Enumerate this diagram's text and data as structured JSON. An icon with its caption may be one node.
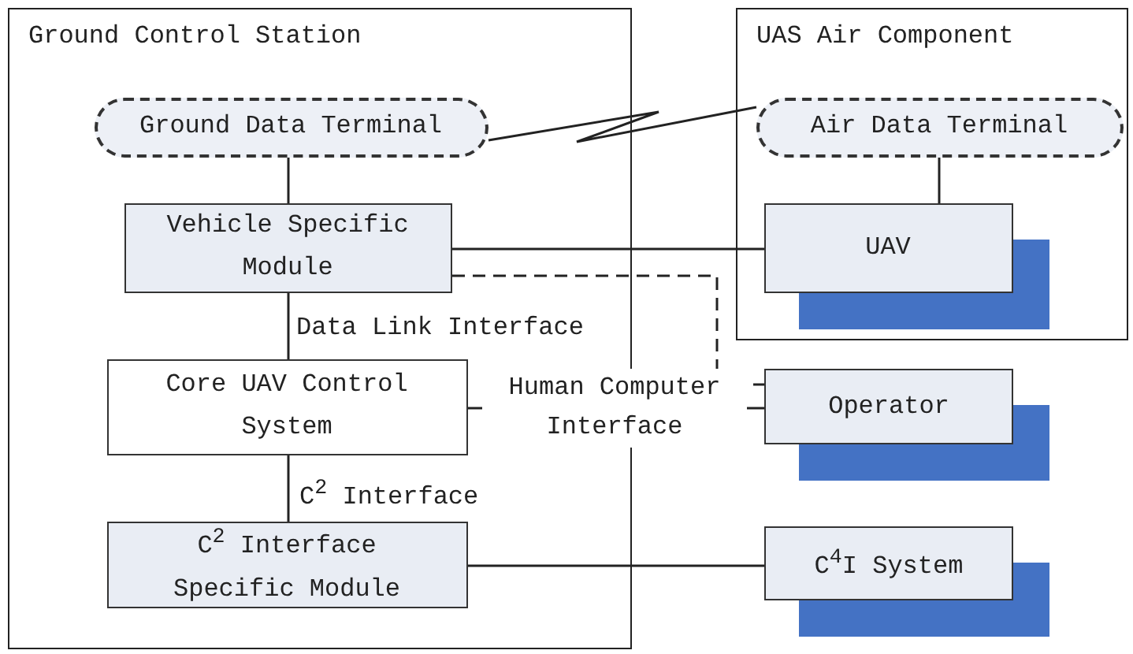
{
  "diagram": {
    "nodes": [
      {
        "text": [
          "Ground Control Station"
        ]
      },
      {
        "text": [
          "Ground Data Terminal"
        ],
        "in": 0
      },
      {
        "text": [
          "Vehicle Specific Module"
        ],
        "in": 0
      },
      {
        "text": [
          "Core UAV Control System"
        ],
        "in": 0
      },
      {
        "text": [
          "C$^{2}$ Interface Specific Module"
        ],
        "in": 0
      },
      {
        "text": [
          "UAS Air Component"
        ]
      },
      {
        "text": [
          "Air Data Terminal"
        ],
        "in": 5
      },
      {
        "text": [
          "UAV"
        ],
        "in": 5
      },
      {
        "text": [
          "Operator"
        ]
      },
      {
        "text": [
          "C$^{4}$I System"
        ]
      }
    ],
    "edges": [
      {
        "from": 1,
        "to": 2,
        "arrow": "none"
      },
      {
        "from": 1,
        "to": 6,
        "arrow": "none"
      },
      {
        "from": 6,
        "to": 7,
        "arrow": "none"
      },
      {
        "from": 2,
        "to": 7,
        "arrow": "none"
      },
      {
        "from": 2,
        "to": 8,
        "arrow": "none",
        "style": "dashed"
      },
      {
        "from": 2,
        "to": 3,
        "arrow": "none",
        "label": "Data Link Interface"
      },
      {
        "from": 3,
        "to": 8,
        "arrow": "none",
        "label": "Human Computer Interface"
      },
      {
        "from": 3,
        "to": 4,
        "arrow": "none",
        "label": "C$^{2}$ Interface"
      },
      {
        "from": 4,
        "to": 9,
        "arrow": "none"
      }
    ]
  }
}
